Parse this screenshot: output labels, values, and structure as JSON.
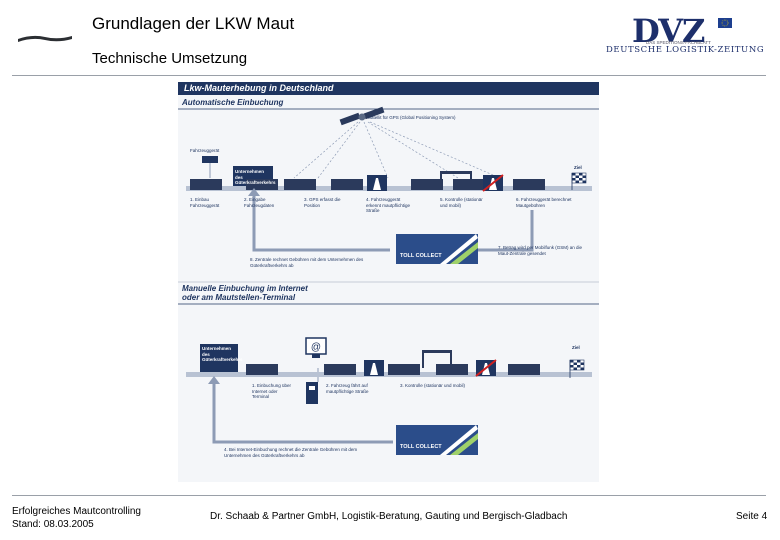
{
  "header": {
    "title": "Grundlagen der LKW Maut",
    "subtitle": "Technische Umsetzung"
  },
  "dvz_logo": {
    "wordmark": "DVZ",
    "name": "DEUTSCHE LOGISTIK-ZEITUNG",
    "tagline": "DAS SPEDITIONS-FACHBLATT"
  },
  "diagram": {
    "main_title": "Lkw-Mauterhebung in Deutschland",
    "section1": {
      "title": "Automatische Einbuchung",
      "satellite_label": "Satellit für GPS (Global Positioning System)",
      "device_label": "Fahrzeuggerät",
      "company_label": "Unternehmen des Güterkraftverkehrs",
      "goal_label": "Ziel",
      "steps": [
        "1. Einbau Fahrzeuggerät",
        "2. Eingabe Fahrzeugdaten",
        "3. GPS erfasst die Position",
        "4. Fahrzeuggerät erkennt mautpflichtige Straße",
        "5. Kontrolle (stationär und mobil)",
        "6. Fahrzeuggerät berechnet Mautgebühren"
      ],
      "step7": "7. Betrag wird per Mobilfunk (GSM) an die Maut-Zentrale gesendet",
      "step8": "8. Zentrale rechnet Gebühren mit dem Unternehmen des Güterkraftverkehrs ab",
      "toll_brand": "TOLL COLLECT"
    },
    "section2": {
      "title_line1": "Manuelle Einbuchung im Internet",
      "title_line2": "oder am Mautstellen-Terminal",
      "company_label": "Unternehmen des Güterkraftverkehrs",
      "goal_label": "Ziel",
      "steps": [
        "1. Einbuchung über Internet oder Terminal",
        "2. Fahrzeug fährt auf mautpflichtige Straße",
        "3. Kontrolle (stationär und mobil)"
      ],
      "step4": "4. Bei Internet-Einbuchung rechnet die Zentrale Gebühren mit dem Unternehmen des Güterkraftverkehrs ab",
      "toll_brand": "TOLL COLLECT"
    }
  },
  "footer": {
    "left_line1": "Erfolgreiches Mautcontrolling",
    "left_line2": "Stand: 08.03.2005",
    "center": "Dr. Schaab & Partner GmbH, Logistik-Beratung, Gauting und Bergisch-Gladbach",
    "page": "Seite 4"
  },
  "colors": {
    "navy": "#1f3560",
    "arrow": "#8d9bb5",
    "red_cross": "#d02020"
  }
}
